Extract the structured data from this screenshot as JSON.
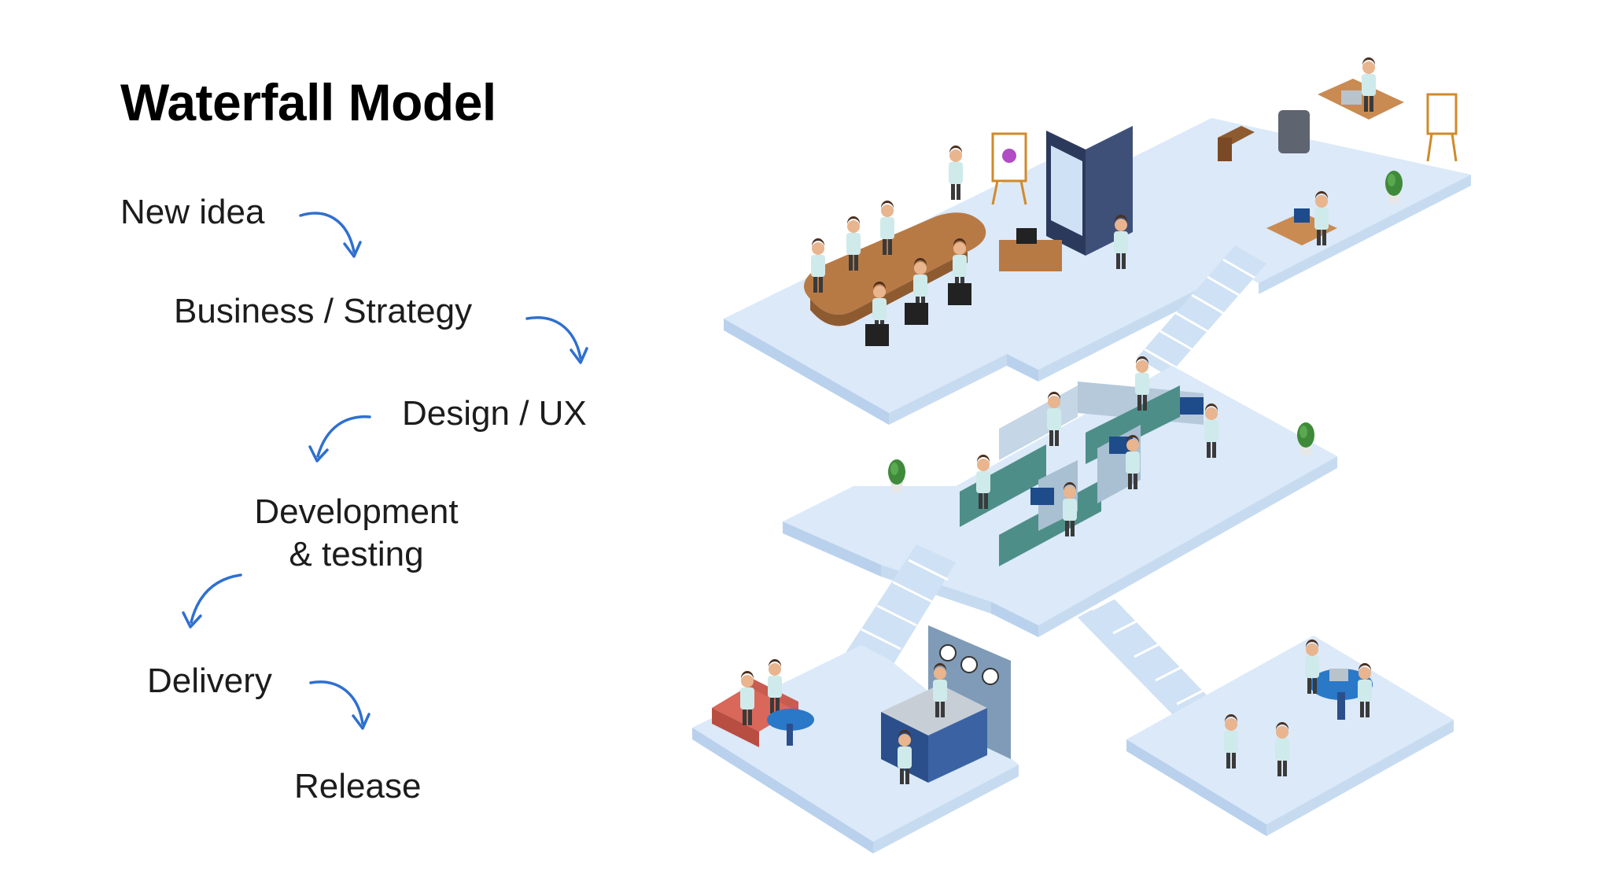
{
  "title": "Waterfall Model",
  "steps": [
    "New idea",
    "Business / Strategy",
    "Design / UX",
    "Development\n& testing",
    "Delivery",
    "Release"
  ],
  "colors": {
    "arrow": "#2f6fd0",
    "floor_top": "#dbe9f8",
    "floor_side": "#b9d1ec",
    "stairs": "#cfe1f4",
    "wood": "#b87a45",
    "shirt": "#cfeaea",
    "partition": "#c5d7e6",
    "desk_green": "#4e8e89",
    "sofa": "#d9675a"
  },
  "illustration": {
    "icons": [
      "meeting-room-icon",
      "presentation-board-icon",
      "office-desks-icon",
      "cubicles-icon",
      "stairs-icon",
      "reception-desk-icon",
      "sofa-icon",
      "wall-clock-icon",
      "handshake-icon",
      "plant-icon"
    ]
  }
}
